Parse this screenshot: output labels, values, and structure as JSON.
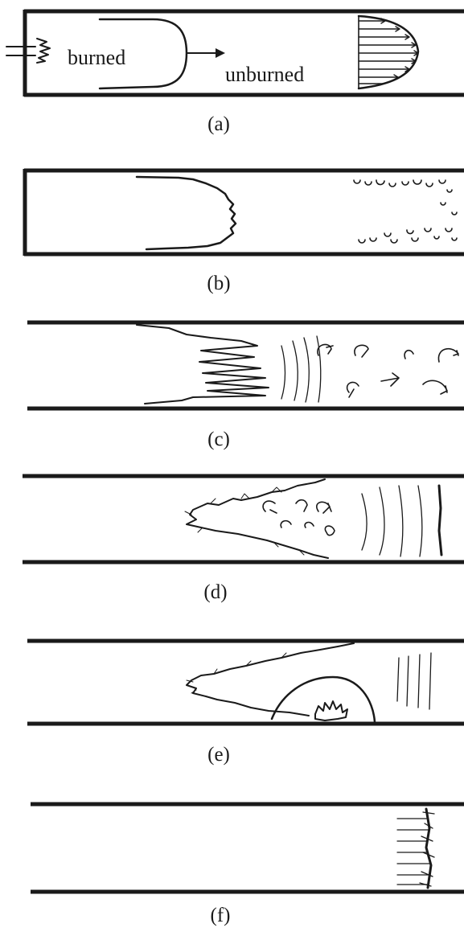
{
  "panels": [
    {
      "id": "a",
      "label": "(a)",
      "region_burned": "burned",
      "region_unburned": "unburned"
    },
    {
      "id": "b",
      "label": "(b)"
    },
    {
      "id": "c",
      "label": "(c)"
    },
    {
      "id": "d",
      "label": "(d)"
    },
    {
      "id": "e",
      "label": "(e)"
    },
    {
      "id": "f",
      "label": "(f)"
    }
  ],
  "colors": {
    "ink": "#1a1a1a",
    "background": "#ffffff"
  }
}
